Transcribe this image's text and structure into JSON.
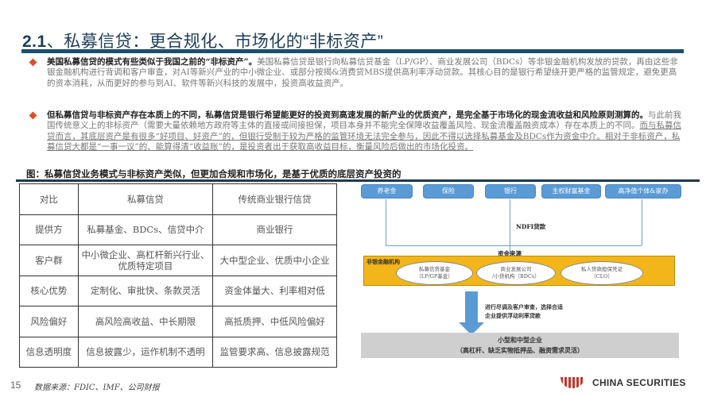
{
  "header": {
    "number": "2.1",
    "title": "、私募信贷：更合规化、市场化的“非标资产”"
  },
  "bullets": [
    {
      "bold": "美国私募信贷的模式有些类似于我国之前的“非标资产”。",
      "text": "美国私募信贷是银行向私募信贷基金（LP/GP）、商业发展公司（BDCs）等非银金融机构发放的贷款，再由这些非银金融机构进行背调和客户审查，对AI等新兴产业的中小微企业、或部分按揭&消费贷MBS提供高利率浮动贷款。其核心目的是银行希望绕开更严格的监管规定，避免更高的资本消耗，从而更好的参与到AI、软件等新兴科技的发展中，投资高收益资产。",
      "underline": ""
    },
    {
      "bold": "但私募信贷与非标资产存在本质上的不同，私募信贷是银行希望能更好的投资到高速发展的新产业的优质资产，是完全基于市场化的现金流收益和风险原则测算的。",
      "text": "与此前我国传统意义上的非标资产（需要大量依赖地方政府等主体的直接或间接担保，项目本身并不能完全保障收益覆盖风险、现金流覆盖融资成本）存在本质上的不同。",
      "underline": "而与私募信贷而言，其底层资产是有很多“好项目、好资产”的，但银行受制于较为严格的监管环境无法完全参与，因此不得以选择私募基金及BDCs作为资金中介。相对于非标资产，私募信贷大都是“一事一议”的、能算得清“收益账”的，是投资者出于获取高收益目标，衡量风险后做出的市场化投资。"
    }
  ],
  "figure": {
    "caption": "图：私募信贷业务模式与非标资产类似，但更加合规和市场化，是基于优质的底层资产投资的"
  },
  "table": {
    "headers": [
      "对比",
      "私募信贷",
      "传统商业银行信贷"
    ],
    "rows": [
      [
        "提供方",
        "私募基金、BDCs、信贷中介",
        "商业银行"
      ],
      [
        "客户群",
        "中小微企业、高杠杆新兴行业、优质特定项目",
        "大中型企业、优质中小企业"
      ],
      [
        "核心优势",
        "定制化、审批快、条款灵活",
        "资金体量大、利率相对低"
      ],
      [
        "风险偏好",
        "高风险高收益、中长期限",
        "高抵质押、中低风险偏好"
      ],
      [
        "信息透明度",
        "信息披露少，运作机制不透明",
        "监管要求高、信息披露规范"
      ]
    ]
  },
  "diagram": {
    "sources": [
      "养老金",
      "保险",
      "银行",
      "主权财富基金",
      "高净值个体&家办"
    ],
    "ndfi_label": "NDFI贷款",
    "funding_label": "资金来源",
    "nbfi_label": "非银金融机构",
    "institutions": [
      {
        "line1": "私募信贷基金",
        "line2": "（LP/GP基金）"
      },
      {
        "line1": "商业发展公司",
        "line2": "/小贷机构（BDCs）"
      },
      {
        "line1": "私人贷款担保凭证",
        "line2": "（CLO）"
      }
    ],
    "arrow_note_1": "进行尽调及客户审查，选择合适",
    "arrow_note_2": "企业提供浮动利率贷款",
    "target_line1": "小型和中型企业",
    "target_line2": "（高杠杆、缺乏实物抵押品、融资需求灵活）"
  },
  "footer": {
    "page_number": "15",
    "source": "数据来源：FDIC、IMF、公司财报",
    "logo_text": "CHINA SECURITIES"
  },
  "colors": {
    "title": "#1c3d5a",
    "rule": "#1d4e6b",
    "bullet": "#d9512b",
    "source_box": "#5b9bd5",
    "nbfi": "#f2b61a",
    "target": "#cfcfcf",
    "logo": "#c8342c"
  }
}
